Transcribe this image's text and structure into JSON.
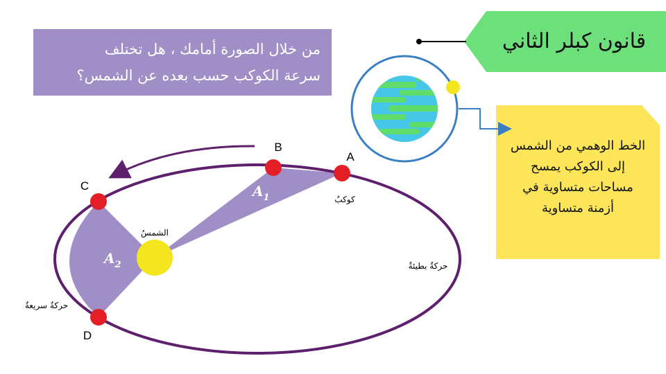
{
  "question": {
    "line1": "من خلال الصورة أمامك ، هل تختلف",
    "line2": "سرعة الكوكب حسب بعده عن الشمس؟"
  },
  "title": "قانون كبلر الثاني",
  "note": {
    "line1": "الخط الوهمي من الشمس",
    "line2": "إلى الكوكب يمسح",
    "line3": "مساحات متساوية في",
    "line4": "أزمنة متساوية"
  },
  "diagram": {
    "points": {
      "a": "A",
      "b": "B",
      "c": "C",
      "d": "D"
    },
    "sun_label": "الشمسُ",
    "planet_label": "كوكبٌ",
    "slow_label": "حركةٌ بطيئةٌ",
    "fast_label": "حركةٌ سريعةٌ",
    "area1": {
      "letter": "A",
      "sub": "1"
    },
    "area2": {
      "letter": "A",
      "sub": "2"
    }
  },
  "colors": {
    "orbit": "#5e1f6c",
    "swept_area": "#9f8fc6",
    "sun": "#f3e61f",
    "point": "#e41e26",
    "title_bg": "#6ee07b",
    "note_bg": "#fde55a",
    "question_bg": "#9f8fc6",
    "earth_ring": "#3a7fc4",
    "earth_water": "#46c7e8",
    "earth_land": "#5fdc6a"
  }
}
